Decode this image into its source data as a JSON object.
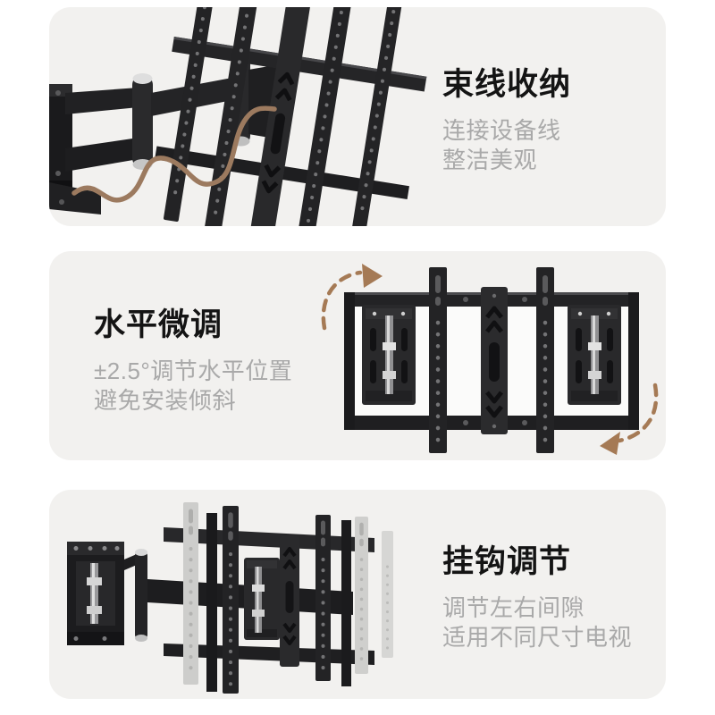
{
  "page": {
    "background": "#ffffff",
    "card_background": "#f2f1ef"
  },
  "colors": {
    "title_text": "#141414",
    "subtitle_text": "#a9a9a9",
    "arrow_brown": "#a57a55",
    "cable_brown": "#9c7a5f",
    "mount_black": "#232325",
    "ghost_rail_gray": "#cdcdcb",
    "metal_highlight": "#d8d8d8"
  },
  "cards": [
    {
      "id": "cable-management",
      "title": "束线收纳",
      "subtitle_line1": "连接设备线",
      "subtitle_line2": "整洁美观",
      "illustration": "articulating-arm-with-brown-cable",
      "text_side": "right"
    },
    {
      "id": "horizontal-fine-tune",
      "title": "水平微调",
      "subtitle_line1": "±2.5°调节水平位置",
      "subtitle_line2": "避免安装倾斜",
      "illustration": "front-view-mount-with-rotation-arrows",
      "text_side": "left"
    },
    {
      "id": "hook-adjustment",
      "title": "挂钩调节",
      "subtitle_line1": "调节左右间隙",
      "subtitle_line2": "适用不同尺寸电视",
      "illustration": "perspective-mount-with-ghost-rail-positions",
      "text_side": "right"
    }
  ]
}
